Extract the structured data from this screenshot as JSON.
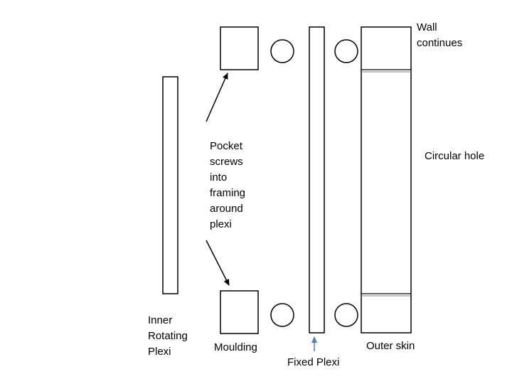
{
  "labels": {
    "inner_rotating_plexi": "Inner\nRotating\nPlexi",
    "moulding": "Moulding",
    "pocket_screws_note": "Pocket\nscrews\ninto\nframing\naround\nplexi",
    "fixed_plexi": "Fixed Plexi",
    "outer_skin": "Outer skin",
    "wall_continues": "Wall\ncontinues",
    "circular_hole": "Circular hole"
  },
  "colors": {
    "stroke": "#000000",
    "background": "#ffffff",
    "fixed_plexi_arrow": "#4f81bd",
    "outer_skin_seam": "#7f7f7f"
  }
}
